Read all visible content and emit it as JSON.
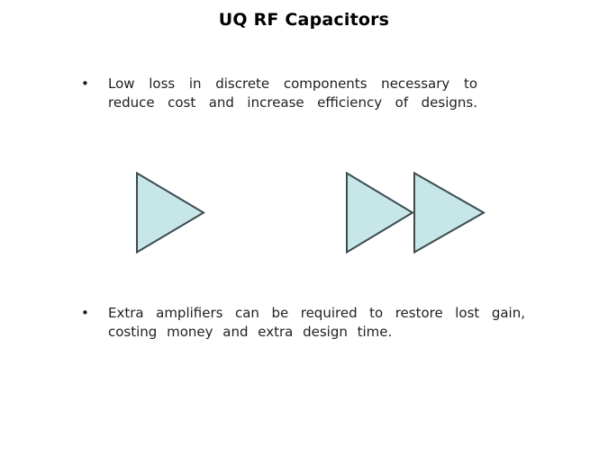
{
  "title": "UQ RF Capacitors",
  "bullets": [
    {
      "marker": "•",
      "lines": [
        "Low loss in discrete components necessary to",
        "reduce cost and increase efficiency of designs."
      ]
    },
    {
      "marker": "•",
      "lines": [
        "Extra amplifiers can be required to restore lost gain,",
        "costing money and extra design time."
      ]
    }
  ],
  "shapes": {
    "description": "three right-pointing triangles, one single at left and two adjacent at right",
    "count": 3,
    "fill": "#c7e6e7",
    "stroke": "#3d4a50"
  }
}
